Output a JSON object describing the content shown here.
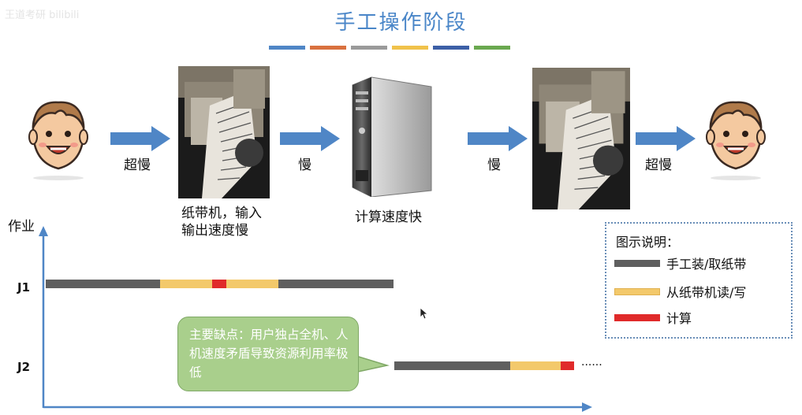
{
  "title": "手工操作阶段",
  "watermark": "王道考研 bilibili",
  "stripe_colors": [
    "#4f86c6",
    "#d9713f",
    "#9a9a9a",
    "#f0c24b",
    "#3c5fa6",
    "#6aa84f"
  ],
  "flow": {
    "arrow1_label": "超慢",
    "tape_reader_caption_line1": "纸带机，输入",
    "tape_reader_caption_line2": "输出速度慢",
    "arrow2_label": "慢",
    "computer_caption": "计算速度快",
    "arrow3_label": "慢",
    "arrow4_label": "超慢"
  },
  "chart": {
    "y_axis_label": "作业",
    "jobs": [
      {
        "name": "J1"
      },
      {
        "name": "J2",
        "continuation": "......"
      }
    ]
  },
  "legend": {
    "title": "图示说明：",
    "items": [
      {
        "label": "手工装/取纸带",
        "color": "#5f5f5f"
      },
      {
        "label": "从纸带机读/写",
        "color": "#f3c96b"
      },
      {
        "label": "计算",
        "color": "#e02a2a"
      }
    ]
  },
  "callout": {
    "text": "主要缺点：用户独占全机、人机速度矛盾导致资源利用率极低"
  },
  "colors": {
    "arrow": "#4f86c6",
    "axis": "#4f86c6",
    "manual": "#5f5f5f",
    "io": "#f3c96b",
    "compute": "#e02a2a"
  }
}
